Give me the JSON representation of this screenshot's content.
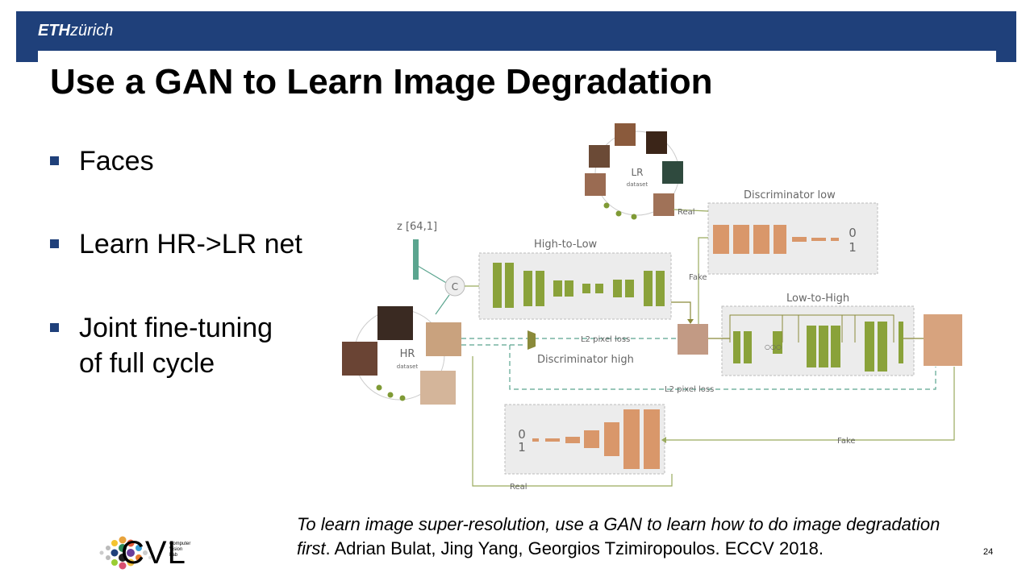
{
  "header": {
    "logo_bold": "ETH",
    "logo_rest": "zürich"
  },
  "title": "Use a GAN to Learn Image Degradation",
  "bullets": [
    {
      "line1": "Faces",
      "line2": ""
    },
    {
      "line1": "Learn HR->LR net",
      "line2": ""
    },
    {
      "line1": "Joint fine-tuning",
      "line2": "of full cycle"
    }
  ],
  "diagram": {
    "lr_dataset": "LR",
    "lr_dataset_sub": "dataset",
    "hr_dataset": "HR",
    "hr_dataset_sub": "dataset",
    "discriminator_low": "Discriminator low",
    "discriminator_high": "Discriminator high",
    "high_to_low": "High-to-Low",
    "low_to_high": "Low-to-High",
    "z_label": "z [64,1]",
    "concat": "C",
    "real_top": "Real",
    "fake_top": "Fake",
    "l2_loss_1": "L2 pixel loss",
    "l2_loss_2": "L2 pixel loss",
    "fake_bottom": "Fake",
    "real_bottom": "Real",
    "out_zero": "0",
    "out_one": "1",
    "colors": {
      "generator": "#8aa23a",
      "discriminator": "#d9976a",
      "link": "#9aab5e",
      "loss": "#5ba58f"
    }
  },
  "caption": {
    "italic_part": "To learn image super-resolution, use a GAN to learn how to do image degradation",
    "italic_first": "first",
    "rest": ". Adrian Bulat, Jing Yang, Georgios Tzimiropoulos. ECCV 2018."
  },
  "footer": {
    "lab": "CVL",
    "lab_sub1": "Computer",
    "lab_sub2": "Vision",
    "lab_sub3": "Lab",
    "page_number": "24"
  }
}
